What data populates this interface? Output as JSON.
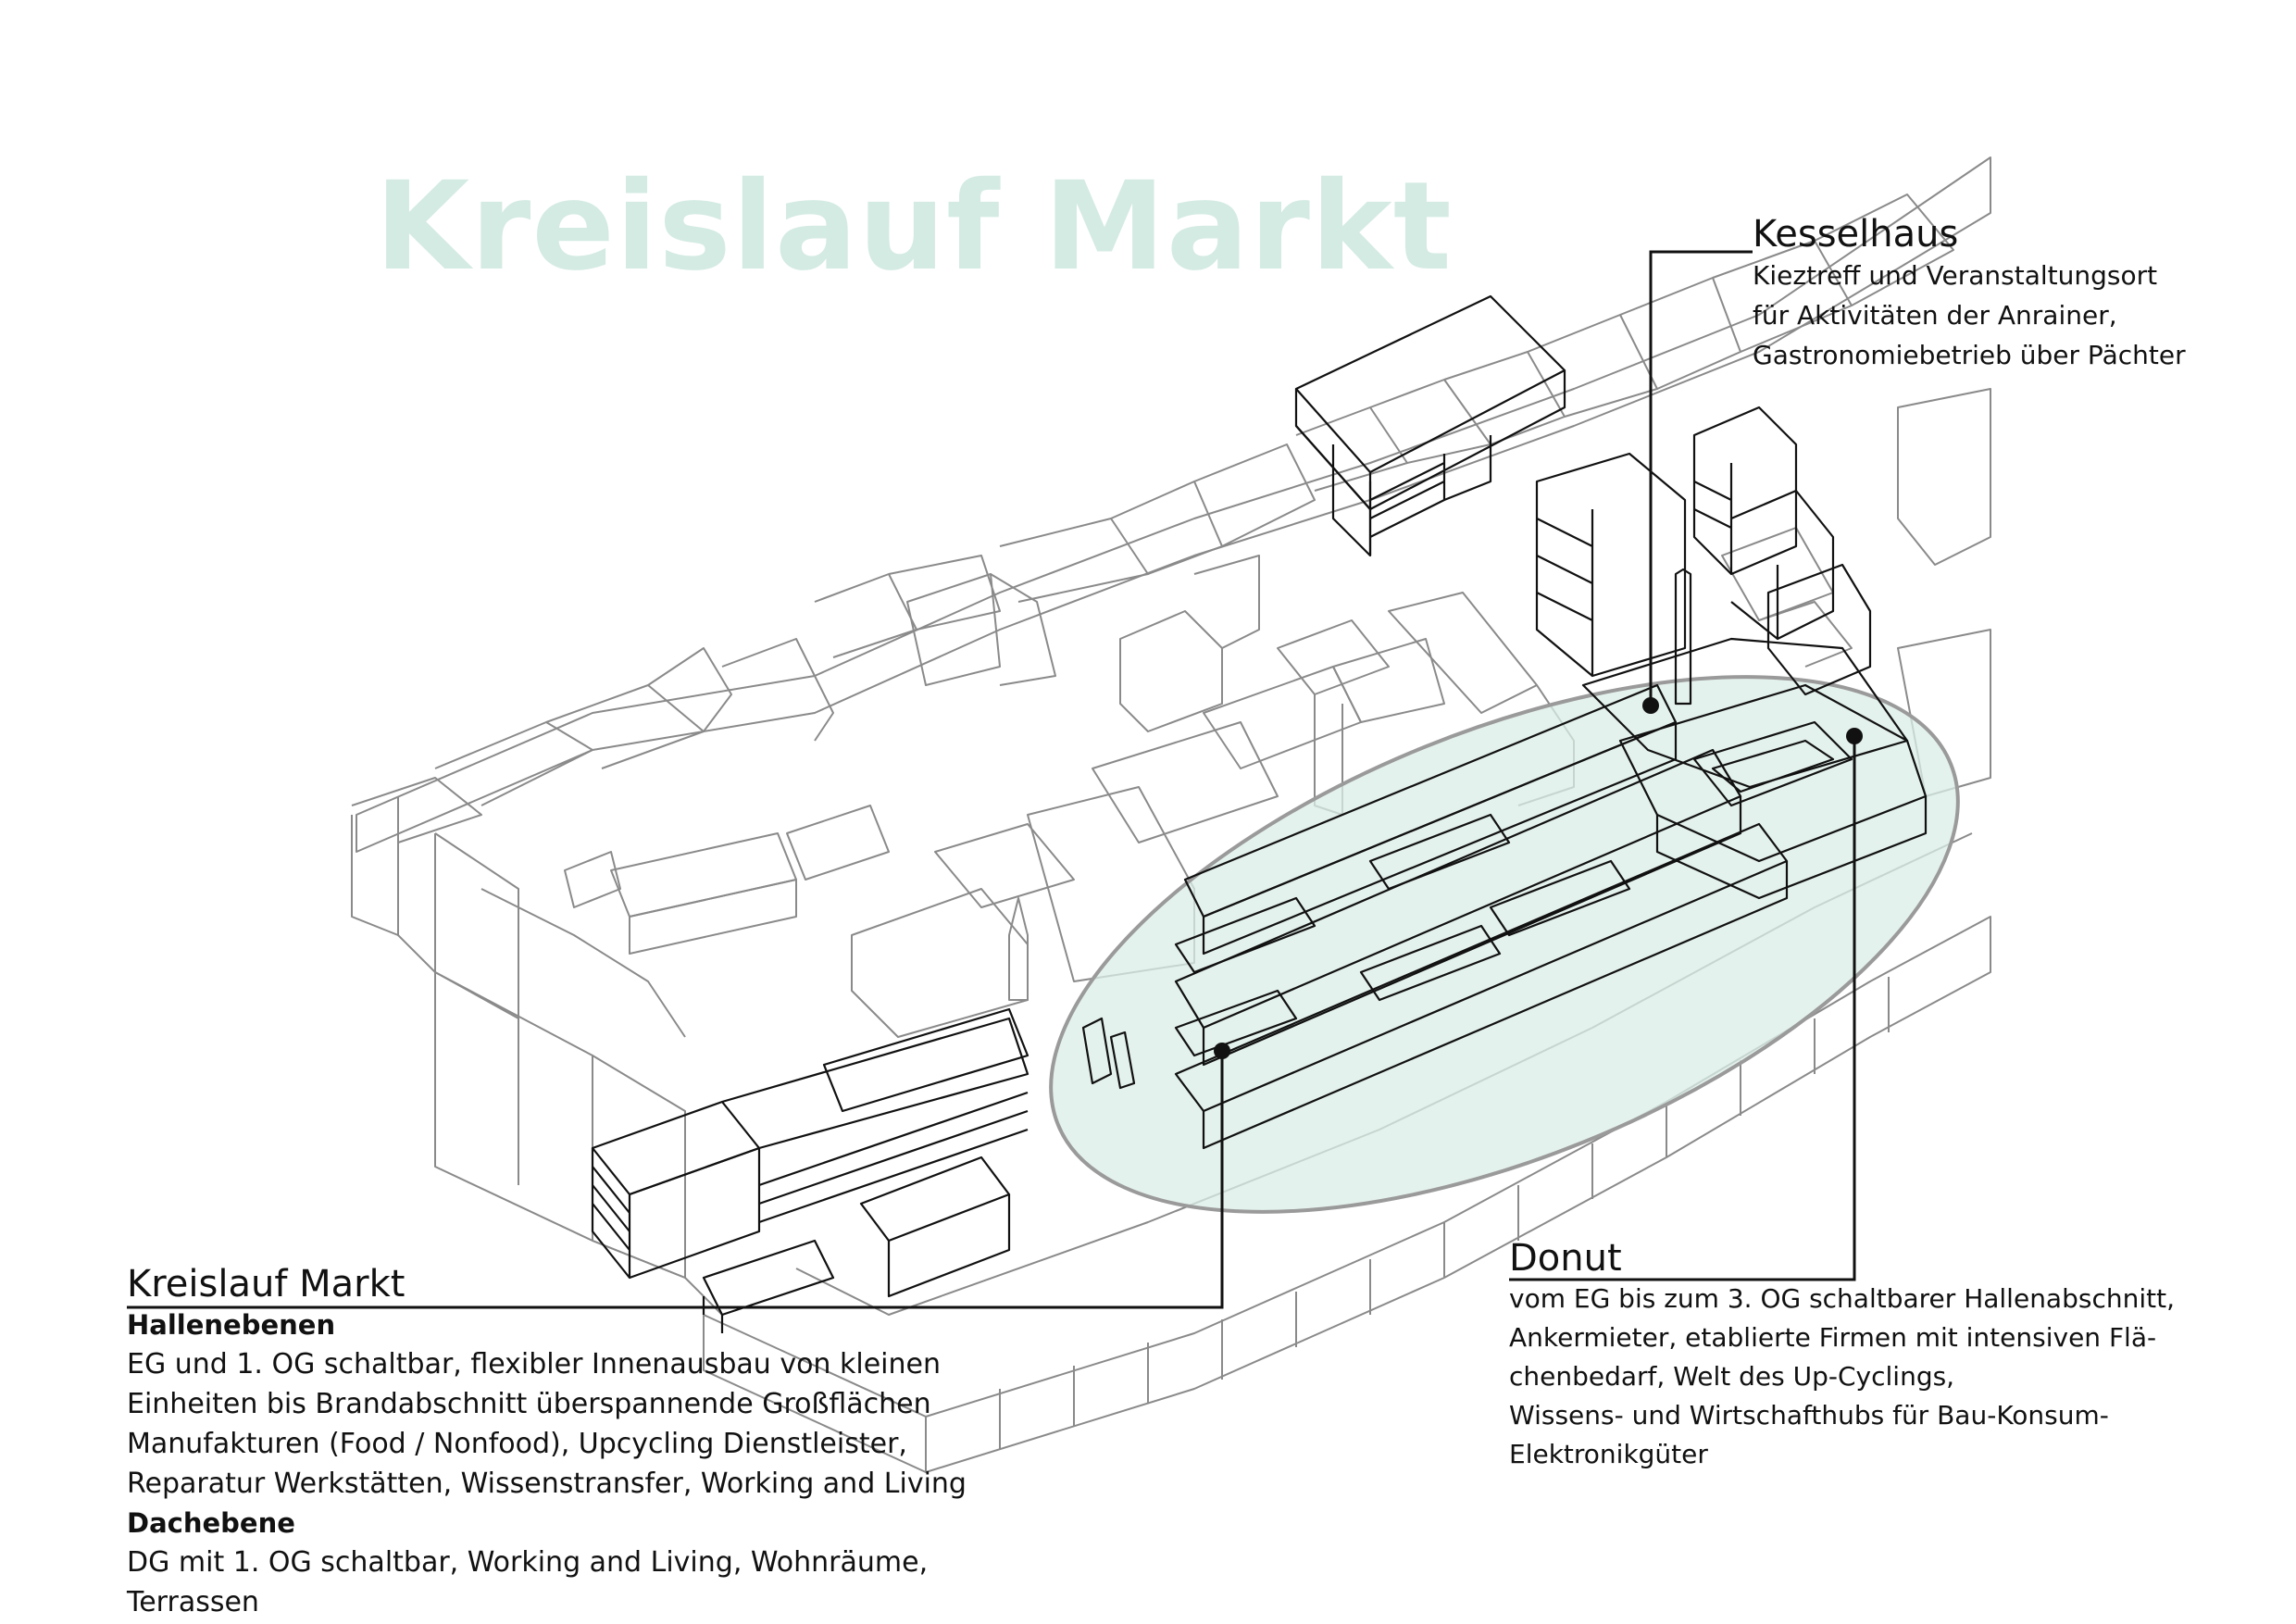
{
  "title": "Kreislauf Markt",
  "callouts": {
    "kesselhaus": {
      "heading": "Kesselhaus",
      "lines": [
        "Kieztreff und Veranstaltungsort",
        "für Aktivitäten der Anrainer,",
        "Gastronomiebetrieb über Pächter"
      ]
    },
    "donut": {
      "heading": "Donut",
      "lines": [
        "vom EG bis zum 3. OG schaltbarer Hallenabschnitt,",
        "Ankermieter, etablierte Firmen mit intensiven Flä-",
        "chenbedarf, Welt des Up-Cyclings,",
        "Wissens- und Wirtschafthubs für Bau-Konsum-",
        "Elektronikgüter"
      ]
    },
    "kreislauf_markt": {
      "heading": "Kreislauf Markt",
      "sub1": "Hallenebenen",
      "lines1": [
        "EG und 1. OG schaltbar, flexibler Innenausbau von kleinen",
        "Einheiten bis Brandabschnitt überspannende Großflächen",
        "Manufakturen (Food / Nonfood), Upcycling Dienstleister,",
        "Reparatur Werkstätten, Wissenstransfer,  Working and Living"
      ],
      "sub2": "Dachebene",
      "lines2": [
        "DG mit 1. OG schaltbar, Working and Living, Wohnräume,",
        "Terrassen"
      ]
    }
  },
  "colors": {
    "title": "#d4ebe3",
    "highlight_fill": "#dbeee7",
    "highlight_stroke": "#9a9a9a",
    "line": "#111111",
    "context": "#8a8a8a"
  }
}
